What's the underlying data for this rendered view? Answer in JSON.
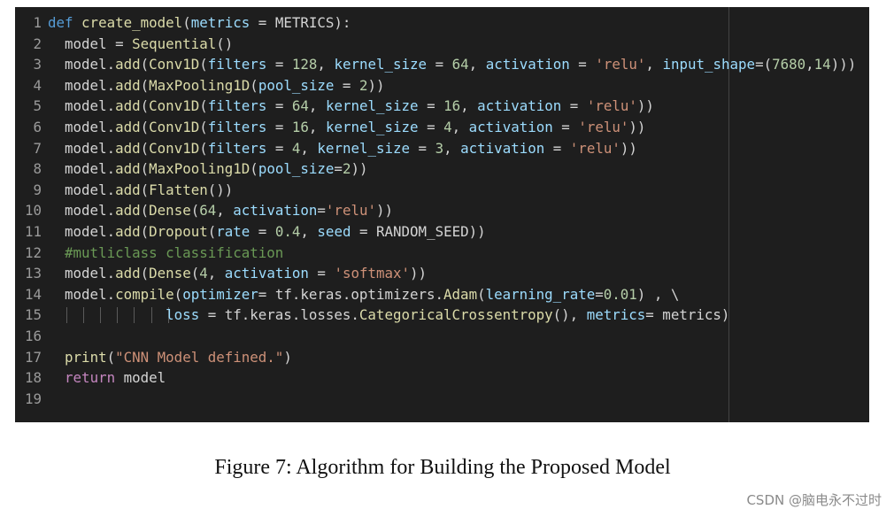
{
  "code": {
    "lines": [
      {
        "num": "1",
        "tokens": [
          [
            "kw",
            "def "
          ],
          [
            "fn",
            "create_model"
          ],
          [
            "op",
            "("
          ],
          [
            "var",
            "metrics"
          ],
          [
            "op",
            " = METRICS):"
          ]
        ]
      },
      {
        "num": "2",
        "tokens": [
          [
            "op",
            "  model = "
          ],
          [
            "fn",
            "Sequential"
          ],
          [
            "op",
            "()"
          ]
        ]
      },
      {
        "num": "3",
        "tokens": [
          [
            "op",
            "  model."
          ],
          [
            "fn",
            "add"
          ],
          [
            "op",
            "("
          ],
          [
            "fn",
            "Conv1D"
          ],
          [
            "op",
            "("
          ],
          [
            "var",
            "filters"
          ],
          [
            "op",
            " = "
          ],
          [
            "num",
            "128"
          ],
          [
            "op",
            ", "
          ],
          [
            "var",
            "kernel_size"
          ],
          [
            "op",
            " = "
          ],
          [
            "num",
            "64"
          ],
          [
            "op",
            ", "
          ],
          [
            "var",
            "activation"
          ],
          [
            "op",
            " = "
          ],
          [
            "str",
            "'relu'"
          ],
          [
            "op",
            ", "
          ],
          [
            "var",
            "input_shape"
          ],
          [
            "op",
            "=("
          ],
          [
            "num",
            "7680"
          ],
          [
            "op",
            ","
          ],
          [
            "num",
            "14"
          ],
          [
            "op",
            ")))"
          ]
        ]
      },
      {
        "num": "4",
        "tokens": [
          [
            "op",
            "  model."
          ],
          [
            "fn",
            "add"
          ],
          [
            "op",
            "("
          ],
          [
            "fn",
            "MaxPooling1D"
          ],
          [
            "op",
            "("
          ],
          [
            "var",
            "pool_size"
          ],
          [
            "op",
            " = "
          ],
          [
            "num",
            "2"
          ],
          [
            "op",
            "))"
          ]
        ]
      },
      {
        "num": "5",
        "tokens": [
          [
            "op",
            "  model."
          ],
          [
            "fn",
            "add"
          ],
          [
            "op",
            "("
          ],
          [
            "fn",
            "Conv1D"
          ],
          [
            "op",
            "("
          ],
          [
            "var",
            "filters"
          ],
          [
            "op",
            " = "
          ],
          [
            "num",
            "64"
          ],
          [
            "op",
            ", "
          ],
          [
            "var",
            "kernel_size"
          ],
          [
            "op",
            " = "
          ],
          [
            "num",
            "16"
          ],
          [
            "op",
            ", "
          ],
          [
            "var",
            "activation"
          ],
          [
            "op",
            " = "
          ],
          [
            "str",
            "'relu'"
          ],
          [
            "op",
            "))"
          ]
        ]
      },
      {
        "num": "6",
        "tokens": [
          [
            "op",
            "  model."
          ],
          [
            "fn",
            "add"
          ],
          [
            "op",
            "("
          ],
          [
            "fn",
            "Conv1D"
          ],
          [
            "op",
            "("
          ],
          [
            "var",
            "filters"
          ],
          [
            "op",
            " = "
          ],
          [
            "num",
            "16"
          ],
          [
            "op",
            ", "
          ],
          [
            "var",
            "kernel_size"
          ],
          [
            "op",
            " = "
          ],
          [
            "num",
            "4"
          ],
          [
            "op",
            ", "
          ],
          [
            "var",
            "activation"
          ],
          [
            "op",
            " = "
          ],
          [
            "str",
            "'relu'"
          ],
          [
            "op",
            "))"
          ]
        ]
      },
      {
        "num": "7",
        "tokens": [
          [
            "op",
            "  model."
          ],
          [
            "fn",
            "add"
          ],
          [
            "op",
            "("
          ],
          [
            "fn",
            "Conv1D"
          ],
          [
            "op",
            "("
          ],
          [
            "var",
            "filters"
          ],
          [
            "op",
            " = "
          ],
          [
            "num",
            "4"
          ],
          [
            "op",
            ", "
          ],
          [
            "var",
            "kernel_size"
          ],
          [
            "op",
            " = "
          ],
          [
            "num",
            "3"
          ],
          [
            "op",
            ", "
          ],
          [
            "var",
            "activation"
          ],
          [
            "op",
            " = "
          ],
          [
            "str",
            "'relu'"
          ],
          [
            "op",
            "))"
          ]
        ]
      },
      {
        "num": "8",
        "tokens": [
          [
            "op",
            "  model."
          ],
          [
            "fn",
            "add"
          ],
          [
            "op",
            "("
          ],
          [
            "fn",
            "MaxPooling1D"
          ],
          [
            "op",
            "("
          ],
          [
            "var",
            "pool_size"
          ],
          [
            "op",
            "="
          ],
          [
            "num",
            "2"
          ],
          [
            "op",
            "))"
          ]
        ]
      },
      {
        "num": "9",
        "tokens": [
          [
            "op",
            "  model."
          ],
          [
            "fn",
            "add"
          ],
          [
            "op",
            "("
          ],
          [
            "fn",
            "Flatten"
          ],
          [
            "op",
            "())"
          ]
        ]
      },
      {
        "num": "10",
        "tokens": [
          [
            "op",
            "  model."
          ],
          [
            "fn",
            "add"
          ],
          [
            "op",
            "("
          ],
          [
            "fn",
            "Dense"
          ],
          [
            "op",
            "("
          ],
          [
            "num",
            "64"
          ],
          [
            "op",
            ", "
          ],
          [
            "var",
            "activation"
          ],
          [
            "op",
            "="
          ],
          [
            "str",
            "'relu'"
          ],
          [
            "op",
            "))"
          ]
        ]
      },
      {
        "num": "11",
        "tokens": [
          [
            "op",
            "  model."
          ],
          [
            "fn",
            "add"
          ],
          [
            "op",
            "("
          ],
          [
            "fn",
            "Dropout"
          ],
          [
            "op",
            "("
          ],
          [
            "var",
            "rate"
          ],
          [
            "op",
            " = "
          ],
          [
            "num",
            "0.4"
          ],
          [
            "op",
            ", "
          ],
          [
            "var",
            "seed"
          ],
          [
            "op",
            " = RANDOM_SEED))"
          ]
        ]
      },
      {
        "num": "12",
        "tokens": [
          [
            "cmt",
            "  #mutliclass classification"
          ]
        ]
      },
      {
        "num": "13",
        "tokens": [
          [
            "op",
            "  model."
          ],
          [
            "fn",
            "add"
          ],
          [
            "op",
            "("
          ],
          [
            "fn",
            "Dense"
          ],
          [
            "op",
            "("
          ],
          [
            "num",
            "4"
          ],
          [
            "op",
            ", "
          ],
          [
            "var",
            "activation"
          ],
          [
            "op",
            " = "
          ],
          [
            "str",
            "'softmax'"
          ],
          [
            "op",
            "))"
          ]
        ]
      },
      {
        "num": "14",
        "tokens": [
          [
            "op",
            "  model."
          ],
          [
            "fn",
            "compile"
          ],
          [
            "op",
            "("
          ],
          [
            "var",
            "optimizer"
          ],
          [
            "op",
            "= tf.keras.optimizers."
          ],
          [
            "fn",
            "Adam"
          ],
          [
            "op",
            "("
          ],
          [
            "var",
            "learning_rate"
          ],
          [
            "op",
            "="
          ],
          [
            "num",
            "0.01"
          ],
          [
            "op",
            ") , \\"
          ]
        ]
      },
      {
        "num": "15",
        "guides": 7,
        "tokens": [
          [
            "op",
            "              "
          ],
          [
            "var",
            "loss"
          ],
          [
            "op",
            " = tf.keras.losses."
          ],
          [
            "fn",
            "CategoricalCrossentropy"
          ],
          [
            "op",
            "(), "
          ],
          [
            "var",
            "metrics"
          ],
          [
            "op",
            "= metrics)"
          ]
        ]
      },
      {
        "num": "16",
        "tokens": []
      },
      {
        "num": "17",
        "tokens": [
          [
            "op",
            "  "
          ],
          [
            "fn",
            "print"
          ],
          [
            "op",
            "("
          ],
          [
            "str",
            "\"CNN Model defined.\""
          ],
          [
            "op",
            ")"
          ]
        ]
      },
      {
        "num": "18",
        "tokens": [
          [
            "op",
            "  "
          ],
          [
            "ctl",
            "return"
          ],
          [
            "op",
            " model"
          ]
        ]
      },
      {
        "num": "19",
        "tokens": []
      }
    ]
  },
  "caption": "Figure 7: Algorithm for Building the Proposed Model",
  "watermark": "CSDN @脑电永不过时",
  "colors": {
    "background": "#1e1e1e",
    "keyword": "#569cd6",
    "control": "#c586c0",
    "function": "#dcdcaa",
    "variable": "#9cdcfe",
    "string": "#ce9178",
    "number": "#b5cea8",
    "comment": "#6a9955",
    "text": "#d4d4d4"
  }
}
